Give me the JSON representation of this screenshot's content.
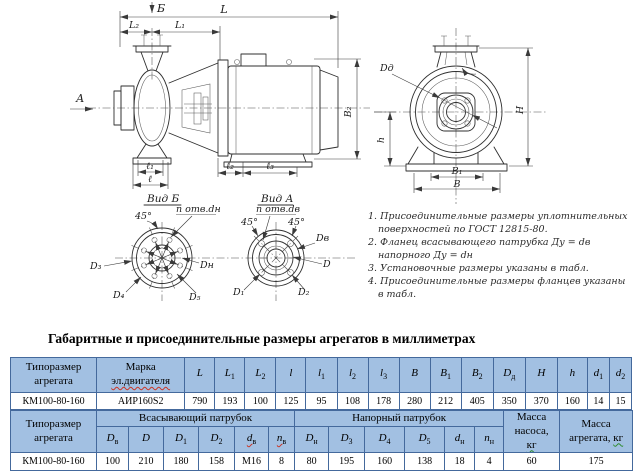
{
  "caption": "Габаритные и присоединительные размеры агрегатов в миллиметрах",
  "drawing": {
    "side": {
      "dim_L": "L",
      "dim_L1": "L₁",
      "dim_L2": "L₂",
      "view_arrow_top": "Б",
      "view_arrow_left": "А",
      "dim_B2": "B₂",
      "dim_l": "ℓ",
      "dim_l1": "ℓ₁",
      "dim_l2": "ℓ₂",
      "dim_l3": "ℓ₃"
    },
    "front": {
      "dim_Dd": "Dд",
      "dim_H": "H",
      "dim_h": "h",
      "dim_B1": "B₁",
      "dim_B": "B"
    },
    "view_b": {
      "title": "Вид Б",
      "holes_note": "n отв.dн",
      "angle": "45°",
      "dim_D3": "D₃",
      "dim_D4": "D₄",
      "dim_D5": "D₅",
      "dim_Dn": "Dн"
    },
    "view_a": {
      "title": "Вид А",
      "holes_note": "n отв.dв",
      "angle_left": "45°",
      "angle_right": "45°",
      "dim_D1": "D₁",
      "dim_D2": "D₂",
      "dim_Dv": "Dв",
      "dim_D": "D"
    },
    "notes": [
      "1. Присоединительные размеры уплотнительных",
      "поверхностей по ГОСТ 12815-80.",
      "2. Фланец всасывающего патрубка Ду = dв",
      "напорного Ду = dн",
      "3. Установочные размеры указаны в табл.",
      "4. Присоединительные размеры фланцев указаны",
      "в табл."
    ]
  },
  "table1": {
    "header_type_line1": "Типоразмер",
    "header_type_line2": "агрегата",
    "header_motor_line1": "Марка",
    "header_motor_line2": "эл.двигателя",
    "dims": [
      {
        "b": "L",
        "s": ""
      },
      {
        "b": "L",
        "s": "1"
      },
      {
        "b": "L",
        "s": "2"
      },
      {
        "b": "l",
        "s": ""
      },
      {
        "b": "l",
        "s": "1"
      },
      {
        "b": "l",
        "s": "2"
      },
      {
        "b": "l",
        "s": "3"
      },
      {
        "b": "B",
        "s": ""
      },
      {
        "b": "B",
        "s": "1"
      },
      {
        "b": "B",
        "s": "2"
      },
      {
        "b": "D",
        "s": "д"
      },
      {
        "b": "H",
        "s": ""
      },
      {
        "b": "h",
        "s": ""
      },
      {
        "b": "d",
        "s": "1"
      },
      {
        "b": "d",
        "s": "2"
      }
    ],
    "row": {
      "type": "КМ100-80-160",
      "motor": "АИР160S2",
      "values": [
        "790",
        "193",
        "100",
        "125",
        "95",
        "108",
        "178",
        "280",
        "212",
        "405",
        "350",
        "370",
        "160",
        "14",
        "15"
      ]
    }
  },
  "table2": {
    "header_type_line1": "Типоразмер",
    "header_type_line2": "агрегата",
    "suction_group": "Всасывающий патрубок",
    "pressure_group": "Напорный патрубок",
    "mass_pump_line1": "Масса",
    "mass_pump_line2": "насоса,",
    "mass_pump_line3": "кг",
    "mass_unit_line1": "Масса",
    "mass_unit_line2": "агрегата,",
    "mass_unit_line3": "кг",
    "dims": [
      {
        "b": "D",
        "s": "в"
      },
      {
        "b": "D",
        "s": ""
      },
      {
        "b": "D",
        "s": "1"
      },
      {
        "b": "D",
        "s": "2"
      },
      {
        "b": "d",
        "s": "в"
      },
      {
        "b": "n",
        "s": "в"
      },
      {
        "b": "D",
        "s": "н"
      },
      {
        "b": "D",
        "s": "3"
      },
      {
        "b": "D",
        "s": "4"
      },
      {
        "b": "D",
        "s": "5"
      },
      {
        "b": "d",
        "s": "н"
      },
      {
        "b": "n",
        "s": "н"
      }
    ],
    "row": {
      "type": "КМ100-80-160",
      "values": [
        "100",
        "210",
        "180",
        "158",
        "М16",
        "8",
        "80",
        "195",
        "160",
        "138",
        "18",
        "4"
      ],
      "mass_pump": "60",
      "mass_unit": "175"
    }
  }
}
